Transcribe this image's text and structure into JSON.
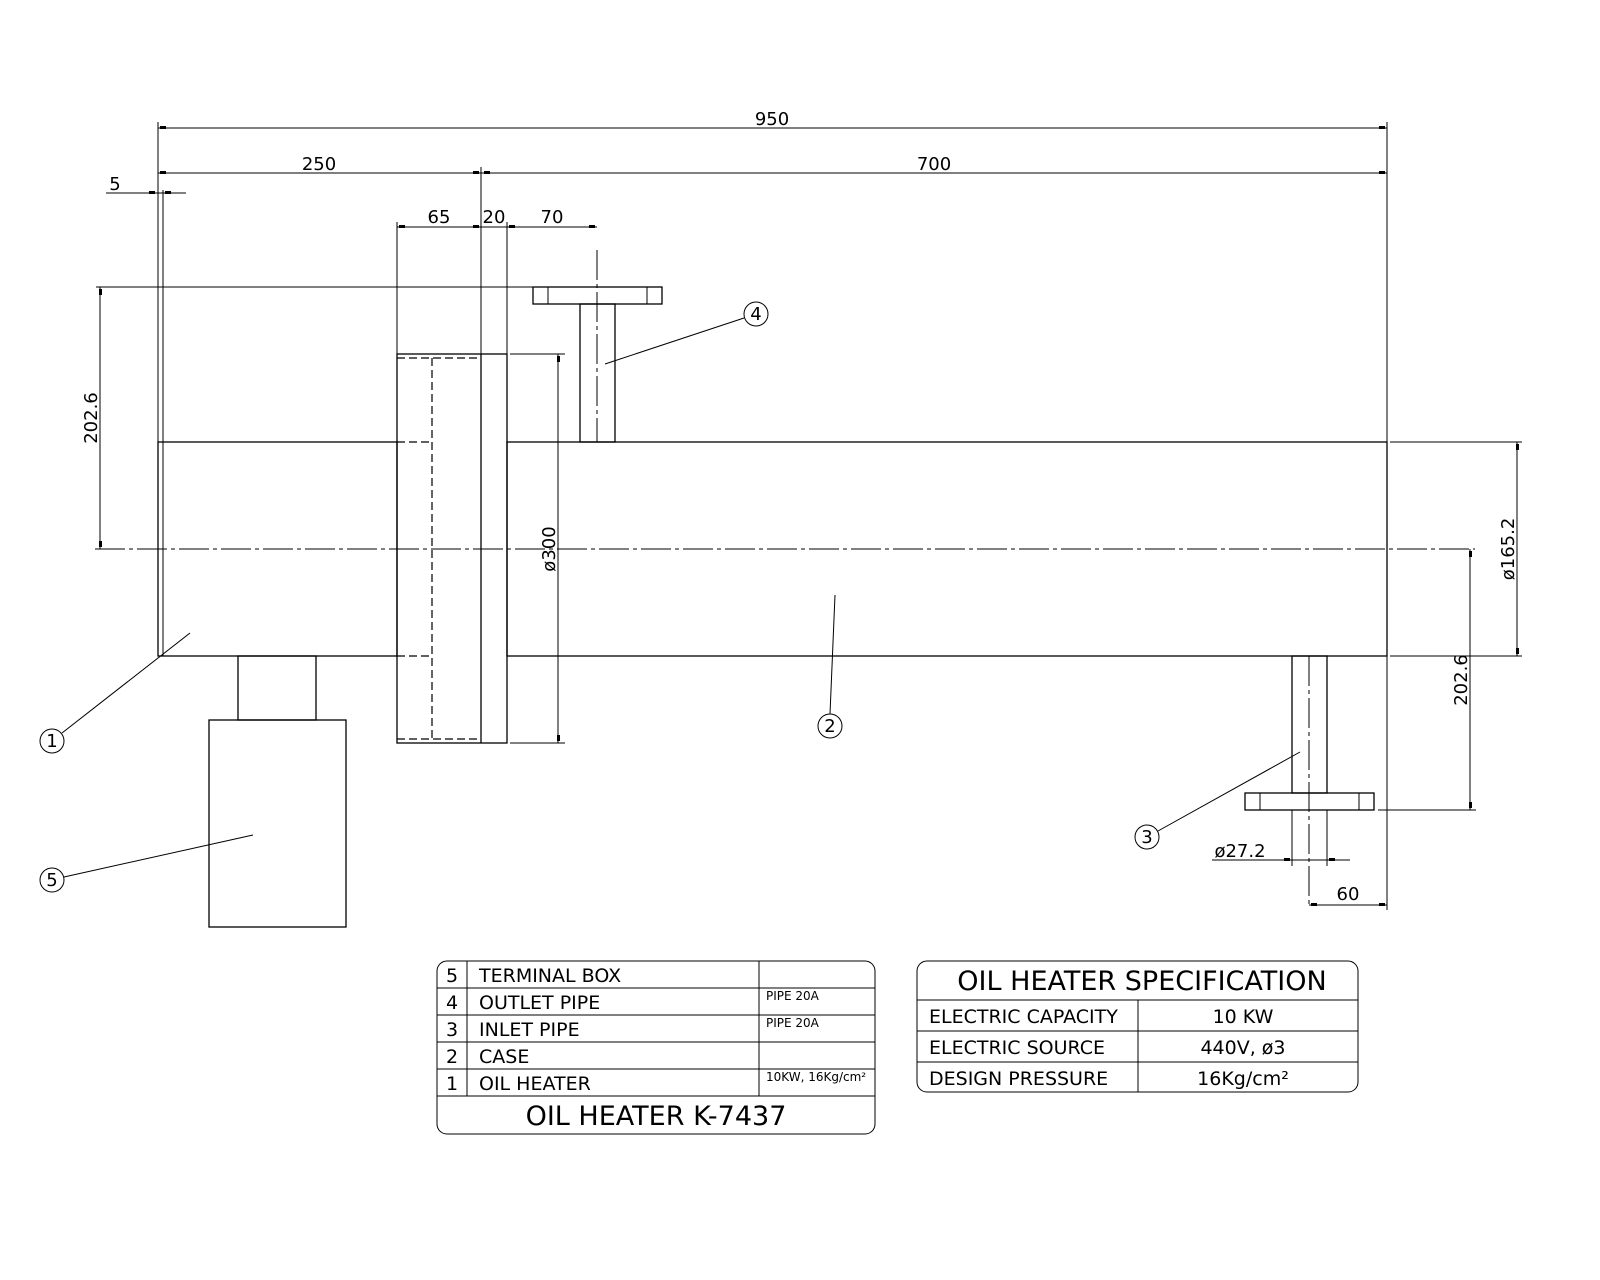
{
  "colors": {
    "heater": "#ffff00",
    "case": "#00ff80",
    "terminal": "#003f7f",
    "line": "#000000"
  },
  "dimensions": {
    "overall": "950",
    "heater_length": "250",
    "case_length": "700",
    "offset": "5",
    "flange_a": "65",
    "flange_b": "20",
    "pipe_offset": "70",
    "outlet_height": "202.6",
    "flange_dia": "ø300",
    "case_dia": "ø165.2",
    "inlet_height": "202.6",
    "pipe_dia": "ø27.2",
    "inlet_offset": "60"
  },
  "balloons": [
    "1",
    "2",
    "3",
    "4",
    "5"
  ],
  "parts_table": {
    "rows": [
      {
        "no": "5",
        "name": "TERMINAL BOX",
        "spec": ""
      },
      {
        "no": "4",
        "name": "OUTLET PIPE",
        "spec": "PIPE 20A"
      },
      {
        "no": "3",
        "name": "INLET PIPE",
        "spec": "PIPE 20A"
      },
      {
        "no": "2",
        "name": "CASE",
        "spec": ""
      },
      {
        "no": "1",
        "name": "OIL HEATER",
        "spec": "10KW, 16Kg/cm²"
      }
    ],
    "title": "OIL HEATER K-7437"
  },
  "spec_table": {
    "title": "OIL HEATER SPECIFICATION",
    "rows": [
      {
        "label": "ELECTRIC CAPACITY",
        "value": "10 KW"
      },
      {
        "label": "ELECTRIC SOURCE",
        "value": "440V, ø3"
      },
      {
        "label": "DESIGN PRESSURE",
        "value": "16Kg/cm²"
      }
    ]
  }
}
